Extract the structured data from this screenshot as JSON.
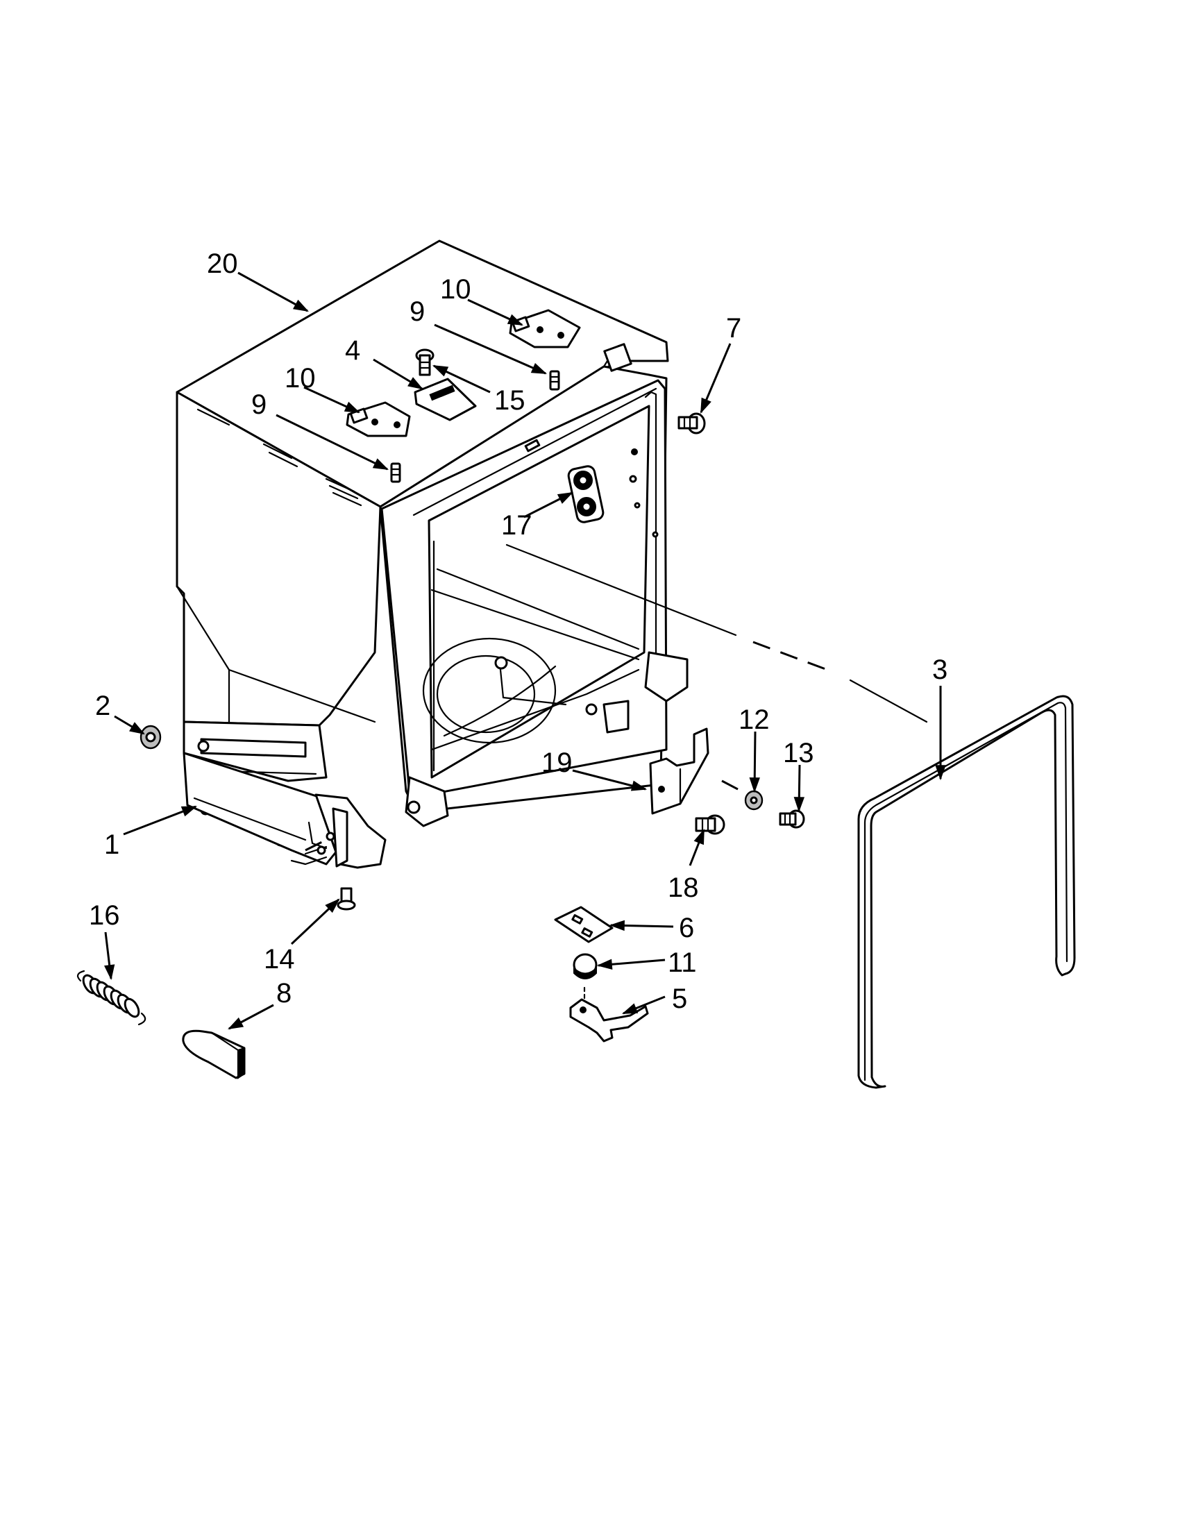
{
  "callouts": [
    {
      "id": "20",
      "label": "20"
    },
    {
      "id": "10a",
      "label": "10"
    },
    {
      "id": "9a",
      "label": "9"
    },
    {
      "id": "7",
      "label": "7"
    },
    {
      "id": "4",
      "label": "4"
    },
    {
      "id": "15",
      "label": "15"
    },
    {
      "id": "10b",
      "label": "10"
    },
    {
      "id": "9b",
      "label": "9"
    },
    {
      "id": "17",
      "label": "17"
    },
    {
      "id": "3",
      "label": "3"
    },
    {
      "id": "2",
      "label": "2"
    },
    {
      "id": "12",
      "label": "12"
    },
    {
      "id": "13",
      "label": "13"
    },
    {
      "id": "19",
      "label": "19"
    },
    {
      "id": "1",
      "label": "1"
    },
    {
      "id": "18",
      "label": "18"
    },
    {
      "id": "16",
      "label": "16"
    },
    {
      "id": "6",
      "label": "6"
    },
    {
      "id": "14",
      "label": "14"
    },
    {
      "id": "11",
      "label": "11"
    },
    {
      "id": "8",
      "label": "8"
    },
    {
      "id": "5",
      "label": "5"
    }
  ]
}
